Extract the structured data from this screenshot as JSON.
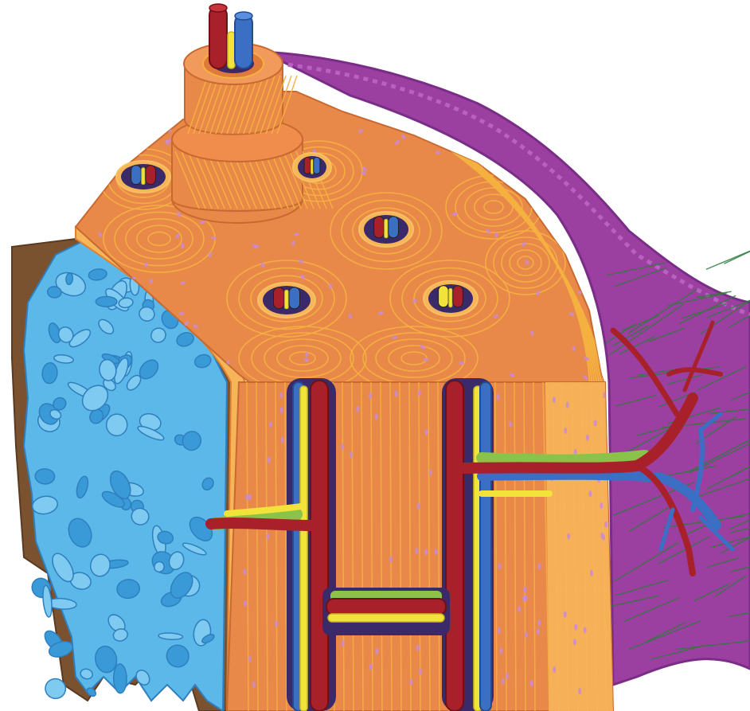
{
  "diagram": {
    "labels": [],
    "osteon_count": 5,
    "colors": {
      "spongy_bone": "#5bb8e8",
      "spongy_bone_stroke": "#2f7fbf",
      "marrow": "#7a5230",
      "compact_bone": "#e8894a",
      "lamellae": "#f5b140",
      "outer_lamellae": "#f7b55a",
      "periosteum": "#9b3fa0",
      "periosteum_stroke": "#7a2d86",
      "artery": "#a8202a",
      "vein": "#3a6fc4",
      "nerve": "#f2e33a",
      "connective_fibers": "#2e7a3e",
      "osteocyte": "#c98bd6"
    },
    "icons": [
      "artery",
      "vein",
      "nerve",
      "osteon",
      "osteocyte"
    ]
  }
}
